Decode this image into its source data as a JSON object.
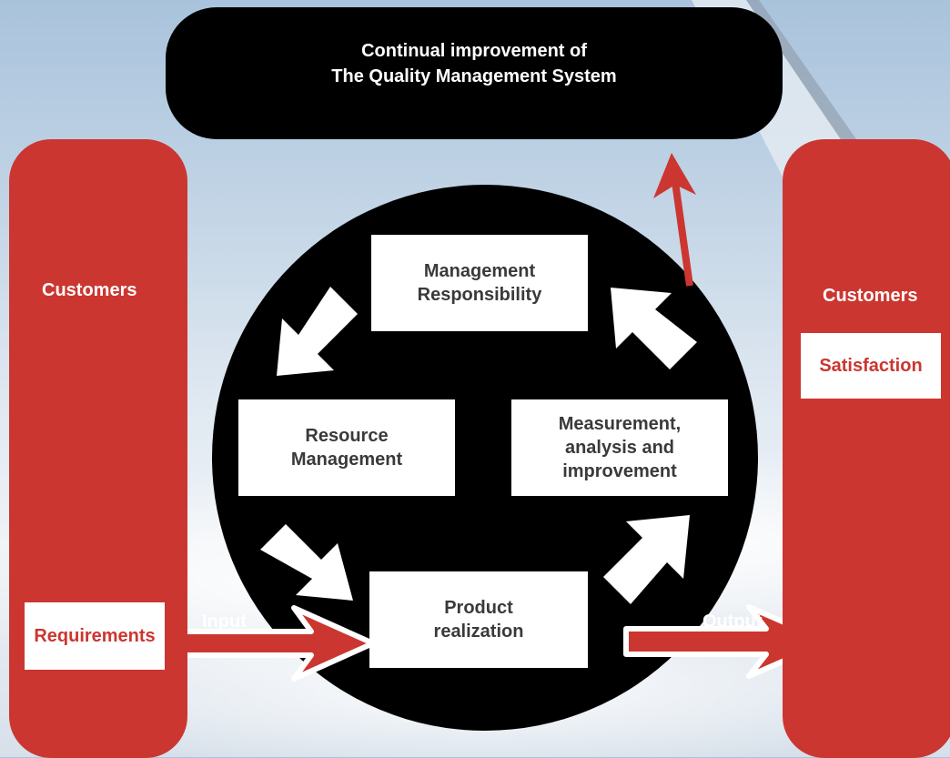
{
  "top_banner": {
    "line1": "Continual improvement of",
    "line2": "The Quality Management System"
  },
  "left_column": {
    "label": "Customers",
    "requirements": "Requirements",
    "input_label": "Input"
  },
  "right_column": {
    "label": "Customers",
    "satisfaction": "Satisfaction",
    "output_label": "Output"
  },
  "processes": {
    "management_responsibility": "Management\nResponsibility",
    "resource_management": "Resource\nManagement",
    "measurement": "Measurement,\nanalysis and\nimprovement",
    "product_realization": "Product\nrealization"
  },
  "colors": {
    "red": "#cc3630",
    "black": "#000000",
    "white": "#ffffff"
  }
}
